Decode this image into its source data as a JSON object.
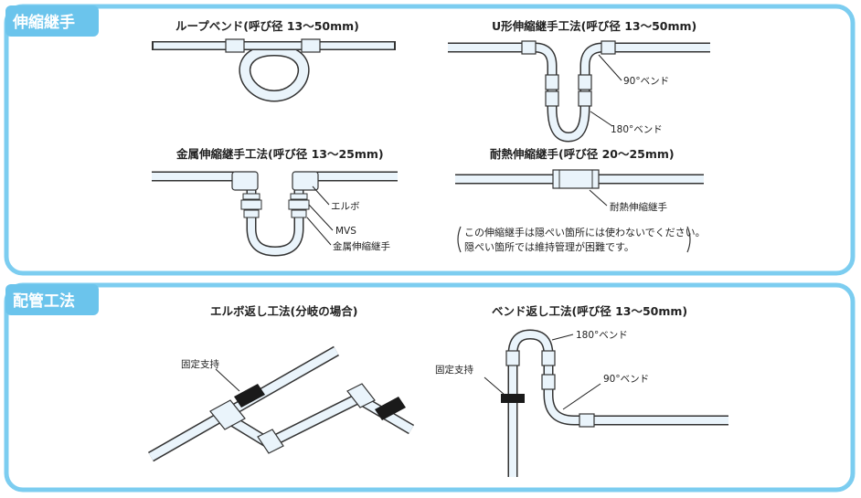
{
  "colors": {
    "frame": "#7ccdf0",
    "tab": "#6bc4ec",
    "pipe_fill": "#eaf4fb",
    "pipe_stroke": "#333333",
    "support": "#1a1a1a"
  },
  "sections": {
    "expansion": {
      "label": "伸縮継手",
      "loop_bend": {
        "title": "ループベンド(呼び径 13〜50mm)"
      },
      "u_method": {
        "title": "U形伸縮継手工法(呼び径 13〜50mm)",
        "label_90": "90°ベンド",
        "label_180": "180°ベンド"
      },
      "metal": {
        "title": "金属伸縮継手工法(呼び径 13〜25mm)",
        "label_elbow": "エルボ",
        "label_mvs": "MVS",
        "label_metal": "金属伸縮継手"
      },
      "heat": {
        "title": "耐熱伸縮継手(呼び径 20〜25mm)",
        "label_joint": "耐熱伸縮継手",
        "note_line1": "この伸縮継手は隠ぺい箇所には使わないでください。",
        "note_line2": "隠ぺい箇所では維持管理が困難です。"
      }
    },
    "piping": {
      "label": "配管工法",
      "elbow_return": {
        "title": "エルボ返し工法(分岐の場合)",
        "label_support": "固定支持"
      },
      "bend_return": {
        "title": "ベンド返し工法(呼び径 13〜50mm)",
        "label_180": "180°ベンド",
        "label_support": "固定支持",
        "label_90": "90°ベンド"
      }
    }
  }
}
